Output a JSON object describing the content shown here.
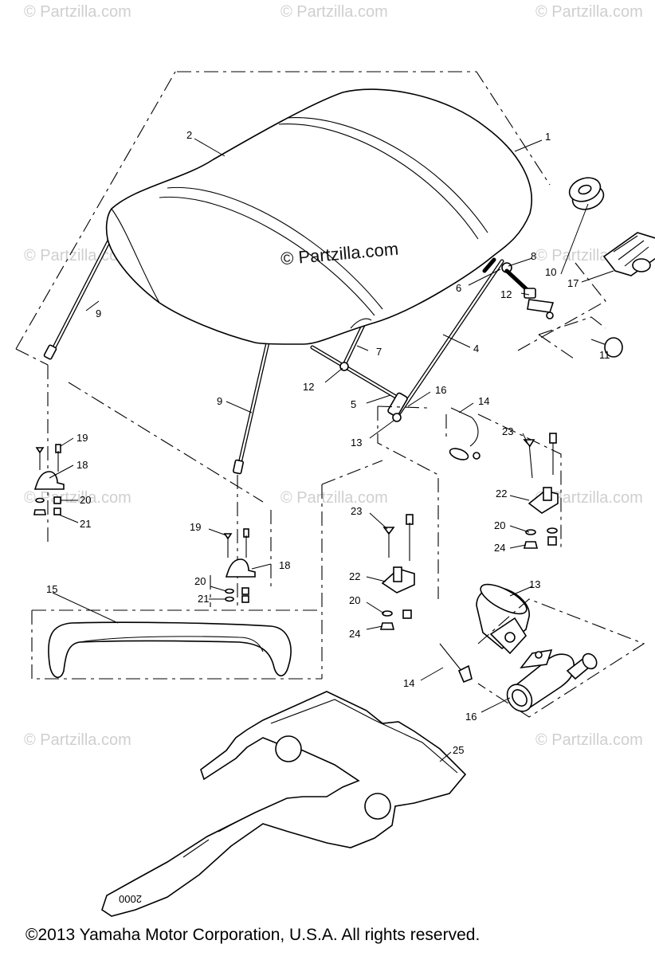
{
  "watermarks": {
    "brand": "© Partzilla.com",
    "center": "© Partzilla.com"
  },
  "copyright": "©2013  Yamaha Motor Corporation, U.S.A. All rights reserved.",
  "mat_marking": "2000",
  "callouts": {
    "c1": "1",
    "c2": "2",
    "c4": "4",
    "c5": "5",
    "c6": "6",
    "c7": "7",
    "c8": "8",
    "c9a": "9",
    "c9b": "9",
    "c10": "10",
    "c11": "11",
    "c12a": "12",
    "c12b": "12",
    "c13a": "13",
    "c13b": "13",
    "c14a": "14",
    "c14b": "14",
    "c15": "15",
    "c16a": "16",
    "c16b": "16",
    "c17": "17",
    "c18a": "18",
    "c18b": "18",
    "c19a": "19",
    "c19b": "19",
    "c20a": "20",
    "c20b": "20",
    "c20c": "20",
    "c20d": "20",
    "c21a": "21",
    "c21b": "21",
    "c22a": "22",
    "c22b": "22",
    "c23a": "23",
    "c23b": "23",
    "c24a": "24",
    "c24b": "24",
    "c25": "25"
  }
}
